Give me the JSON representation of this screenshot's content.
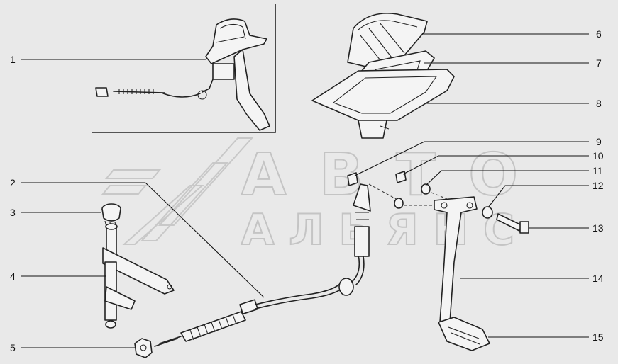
{
  "watermark": {
    "line1": "АВТО",
    "line2": "АЛЬЯНС"
  },
  "callouts": [
    "1",
    "2",
    "3",
    "4",
    "5",
    "6",
    "7",
    "8",
    "9",
    "10",
    "11",
    "12",
    "13",
    "14",
    "15"
  ],
  "colors": {
    "background": "#e9e9e9",
    "line": "#222222",
    "watermark": "#c4c4c4"
  }
}
